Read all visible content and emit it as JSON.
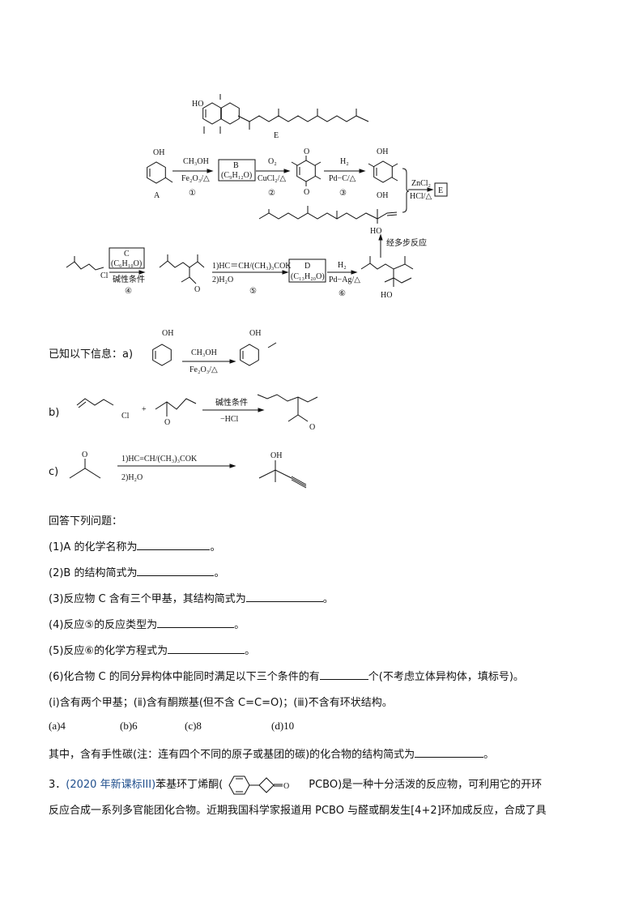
{
  "scheme": {
    "E_label": "E",
    "E_HO": "HO",
    "A_label": "A",
    "A_OH": "OH",
    "step1": {
      "above": "CH₃OH",
      "below": "Fe₂O₃/△",
      "num": "①"
    },
    "B_box": {
      "name": "B",
      "formula": "(C₉H₁₂O)"
    },
    "step2": {
      "above": "O₂",
      "below": "CuCl₂/△",
      "num": "②"
    },
    "quinone_O": "O",
    "step3": {
      "above": "H₂",
      "below": "Pd−C/△",
      "num": "③"
    },
    "hydroquinone_OH": "OH",
    "step_E": {
      "above": "ZnCl₂",
      "below": "HCl/△"
    },
    "E_box": "E",
    "chain_HO": "HO",
    "multistep": "经多步反应",
    "Cl": "Cl",
    "C_box": {
      "name": "C",
      "formula": "(C₆H₁₀O)"
    },
    "step4": {
      "below": "碱性条件",
      "num": "④"
    },
    "ketone_O": "O",
    "step5": {
      "above": "1)HC＝CH/(CH₃)₃COK",
      "below": "2)H₂O",
      "num": "⑤"
    },
    "D_box": {
      "name": "D",
      "formula": "(C₁₃H₂₀O)"
    },
    "step6": {
      "above": "H₂",
      "below": "Pd−Ag/△",
      "num": "⑥"
    },
    "product_HO": "HO"
  },
  "info": {
    "intro": "已知以下信息：a)",
    "a": {
      "OH1": "OH",
      "above": "CH₃OH",
      "below": "Fe₂O₃/△",
      "OH2": "OH"
    },
    "b": {
      "label": "b)",
      "Cl": "Cl",
      "plus": "+",
      "O1": "O",
      "above": "碱性条件",
      "below": "−HCl",
      "O2": "O"
    },
    "c": {
      "label": "c)",
      "O": "O",
      "above": "1)HC=CH/(CH₃)₃COK",
      "below": "2)H₂O",
      "OH": "OH"
    }
  },
  "questions": {
    "header": "回答下列问题：",
    "q1": {
      "text": "(1)A 的化学名称为",
      "end": "。"
    },
    "q2": {
      "text": "(2)B 的结构简式为",
      "end": "。"
    },
    "q3": {
      "text": "(3)反应物 C 含有三个甲基，其结构简式为",
      "end": "。"
    },
    "q4": {
      "text": "(4)反应⑤的反应类型为",
      "end": "。"
    },
    "q5": {
      "text": "(5)反应⑥的化学方程式为",
      "end": "。"
    },
    "q6": {
      "text": "(6)化合物 C 的同分异构体中能同时满足以下三个条件的有",
      "end": "个(不考虑立体异构体，填标号)。"
    },
    "conditions": "(ⅰ)含有两个甲基；(ⅱ)含有酮羰基(但不含 C=C=O)；(ⅲ)不含有环状结构。",
    "options": [
      "(a)4",
      "(b)6",
      "(c)8",
      "(d)10"
    ],
    "chiral": {
      "text": "其中，含有手性碳(注：连有四个不同的原子或基团的碳)的化合物的结构简式为",
      "end": "。"
    }
  },
  "problem3": {
    "number": "3．",
    "source": "(2020 年新课标III)",
    "name": "苯基环丁烯酮(",
    "O": "O",
    "rest1": "PCBO)是一种十分活泼的反应物，可利用它的开环",
    "line2": "反应合成一系列多官能团化合物。近期我国科学家报道用 PCBO 与醛或酮发生[4+2]环加成反应，合成了具"
  },
  "colors": {
    "source_link": "#1f4e8c",
    "text": "#111111"
  }
}
